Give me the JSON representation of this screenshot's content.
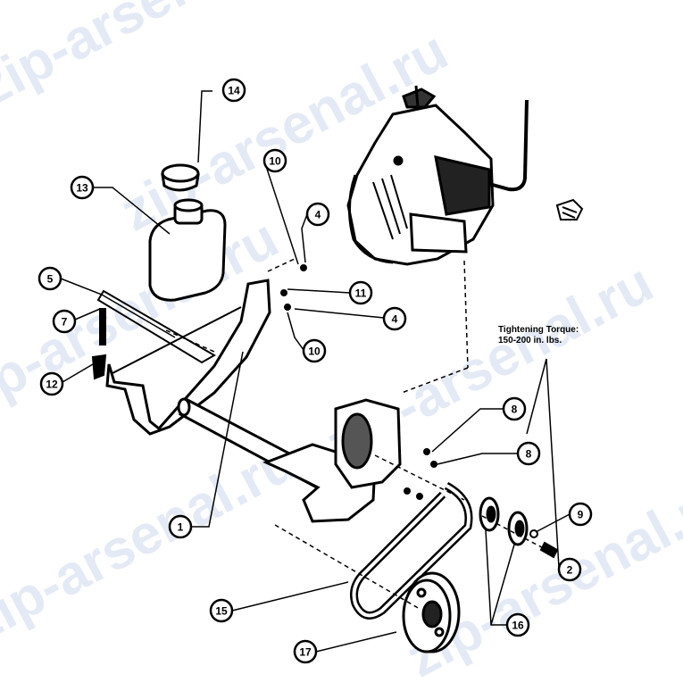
{
  "watermark": "zip-arsenal.ru",
  "torque_note": {
    "line1": "Tightening Torque:",
    "line2": "150-200 in. lbs."
  },
  "callouts": [
    {
      "id": "c14a",
      "label": "14"
    },
    {
      "id": "c13",
      "label": "13"
    },
    {
      "id": "c10a",
      "label": "10"
    },
    {
      "id": "c4a",
      "label": "4"
    },
    {
      "id": "c5",
      "label": "5"
    },
    {
      "id": "c7",
      "label": "7"
    },
    {
      "id": "c12",
      "label": "12"
    },
    {
      "id": "c11",
      "label": "11"
    },
    {
      "id": "c4b",
      "label": "4"
    },
    {
      "id": "c10b",
      "label": "10"
    },
    {
      "id": "c1",
      "label": "1"
    },
    {
      "id": "c8a",
      "label": "8"
    },
    {
      "id": "c8b",
      "label": "8"
    },
    {
      "id": "c9",
      "label": "9"
    },
    {
      "id": "c2",
      "label": "2"
    },
    {
      "id": "c15",
      "label": "15"
    },
    {
      "id": "c16",
      "label": "16"
    },
    {
      "id": "c17",
      "label": "17"
    }
  ]
}
